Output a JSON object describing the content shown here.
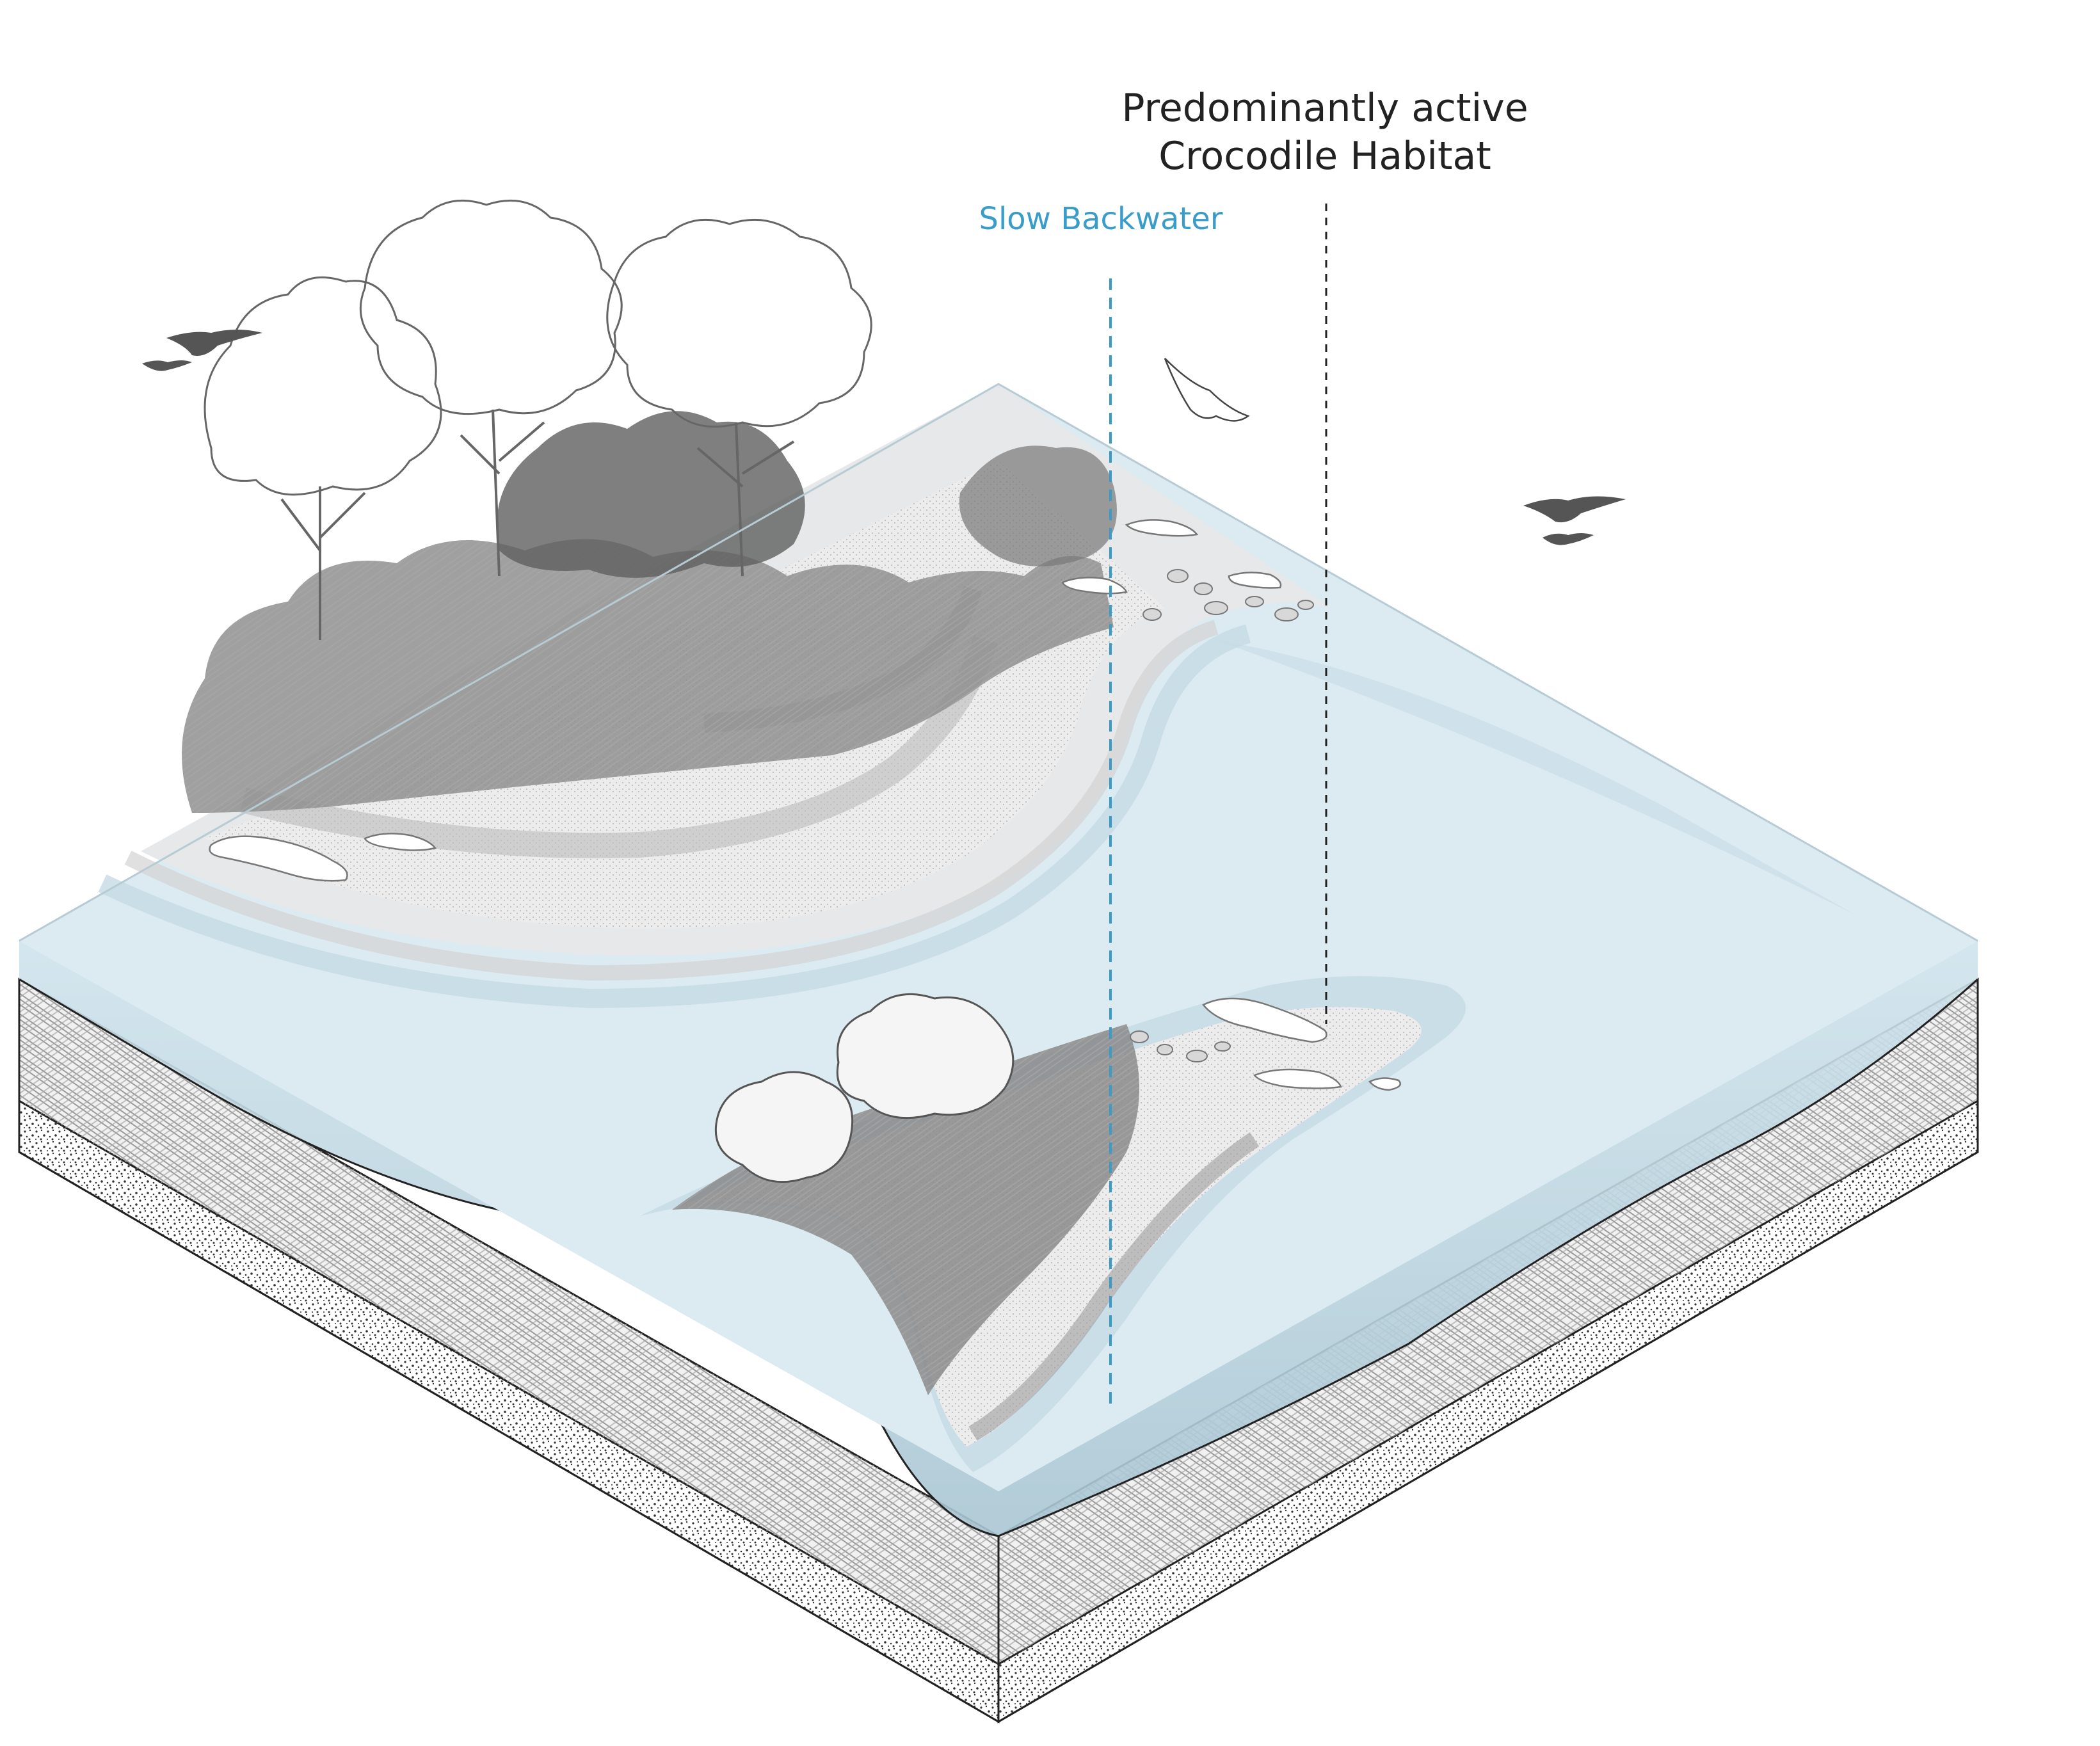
{
  "labels": {
    "slow_backwater": "Slow Backwater",
    "croc_habitat_line1": "Predominantly active",
    "croc_habitat_line2": "Crocodile Habitat"
  },
  "icons": {
    "birds": "bird-silhouette",
    "crocodiles": "crocodile-silhouette",
    "trees": "tree-outline"
  },
  "colors": {
    "water_top": "#dcebf2",
    "water_side": "#b4cfdb",
    "soil_side": "#e8e8e8",
    "slow_backwater_line": "#3a9cc8",
    "habitat_line": "#222222",
    "vegetation": "#8a8a8a"
  }
}
